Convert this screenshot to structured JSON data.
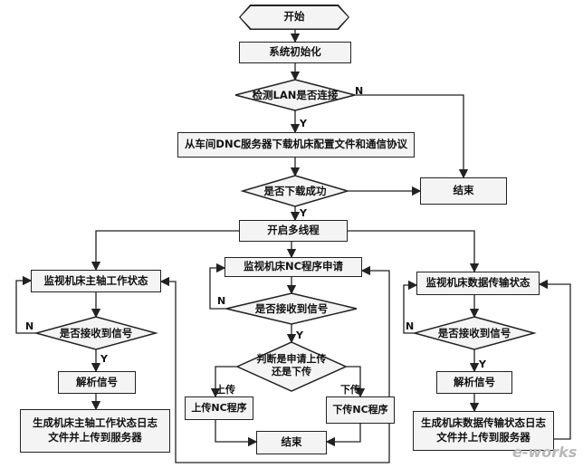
{
  "nodes": {
    "start": "开始",
    "init": "系统初始化",
    "check_lan": "检测LAN是否连接",
    "download": "从车间DNC服务器下载机床配置文件和通信协议",
    "download_ok": "是否下载成功",
    "end_main": "结束",
    "multithread": "开启多线程",
    "monitor_spindle": "监视机床主轴工作状态",
    "left_recv": "是否接收到信号",
    "left_parse": "解析信号",
    "left_gen": "生成机床主轴工作状态日志文件并上传到服务器",
    "monitor_nc": "监视机床NC程序申请",
    "mid_recv": "是否接收到信号",
    "mid_judge": "判断是申请上传还是下传",
    "upload_nc": "上传NC程序",
    "download_nc": "下传NC程序",
    "end_mid": "结束",
    "monitor_data": "监视机床数据传输状态",
    "right_recv": "是否接收到信号",
    "right_parse": "解析信号",
    "right_gen": "生成机床数据传输状态日志文件并上传到服务器"
  },
  "labels": {
    "yes": "Y",
    "no": "N",
    "upload": "上传",
    "download": "下传"
  },
  "watermark": "e-works"
}
